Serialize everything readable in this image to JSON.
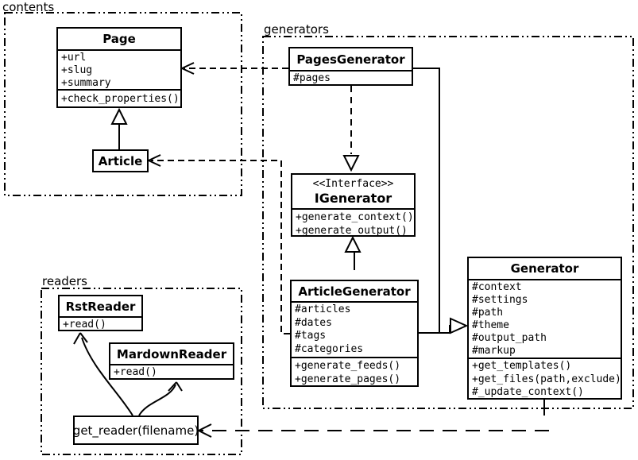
{
  "packages": {
    "contents": {
      "label": "contents"
    },
    "generators": {
      "label": "generators"
    },
    "readers": {
      "label": "readers"
    }
  },
  "classes": {
    "page": {
      "name": "Page",
      "attributes": [
        "+url",
        "+slug",
        "+summary"
      ],
      "methods": [
        "+check_properties()"
      ]
    },
    "article": {
      "name": "Article"
    },
    "pages_generator": {
      "name": "PagesGenerator",
      "attributes": [
        "#pages"
      ]
    },
    "igenerator": {
      "stereotype": "<<Interface>>",
      "name": "IGenerator",
      "methods": [
        "+generate_context()",
        "+generate_output()"
      ]
    },
    "article_generator": {
      "name": "ArticleGenerator",
      "attributes": [
        "#articles",
        "#dates",
        "#tags",
        "#categories"
      ],
      "methods": [
        "+generate_feeds()",
        "+generate_pages()"
      ]
    },
    "generator": {
      "name": "Generator",
      "attributes": [
        "#context",
        "#settings",
        "#path",
        "#theme",
        "#output_path",
        "#markup"
      ],
      "methods": [
        "+get_templates()",
        "+get_files(path,exclude)",
        "#_update_context()"
      ]
    },
    "rst_reader": {
      "name": "RstReader",
      "methods": [
        "+read()"
      ]
    },
    "mardown_reader": {
      "name": "MardownReader",
      "methods": [
        "+read()"
      ]
    }
  },
  "nodes": {
    "get_reader": {
      "label": "get_reader(filename)"
    }
  },
  "colors": {
    "line": "#000000",
    "background": "#ffffff",
    "box_fill": "#ffffff"
  }
}
